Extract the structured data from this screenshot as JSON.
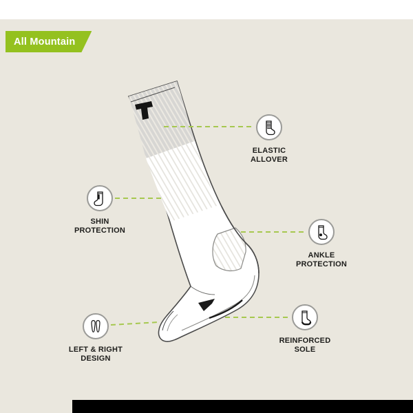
{
  "header": {
    "title": "All Mountain"
  },
  "colors": {
    "accent_green": "#94c11f",
    "dash_green": "#a6c84f",
    "background_beige": "#eae7de",
    "footer_bar_black": "#000000"
  },
  "callouts": {
    "elastic": {
      "line1": "ELASTIC",
      "line2": "ALLOVER",
      "icon": "sock-elastic-icon"
    },
    "shin": {
      "line1": "SHIN",
      "line2": "PROTECTION",
      "icon": "sock-shin-icon"
    },
    "ankle": {
      "line1": "ANKLE",
      "line2": "PROTECTION",
      "icon": "sock-ankle-icon"
    },
    "left_right": {
      "line1": "LEFT & RIGHT",
      "line2": "DESIGN",
      "icon": "left-right-insoles-icon"
    },
    "sole": {
      "line1": "REINFORCED",
      "line2": "SOLE",
      "icon": "reinforced-sole-icon"
    }
  }
}
